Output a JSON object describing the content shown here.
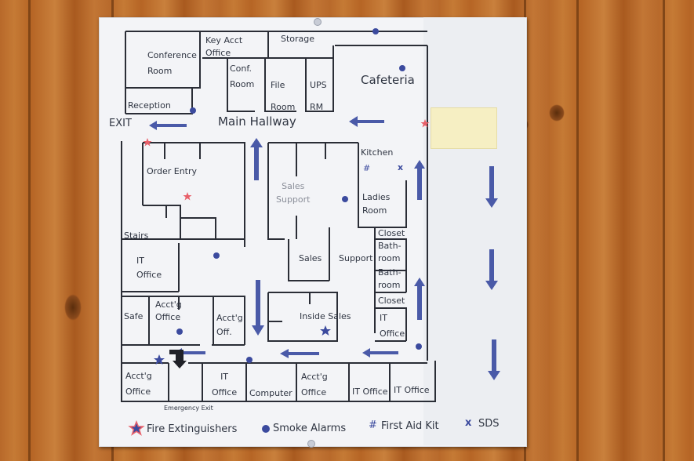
{
  "rooms": {
    "conference_room": "Conference\nRoom",
    "key_acct_office": "Key Acct\nOffice",
    "storage": "Storage",
    "conf_room": "Conf.\nRoom",
    "file_room": "File\nRoom",
    "ups_rm": "UPS\nRM",
    "cafeteria": "Cafeteria",
    "reception": "Reception",
    "exit": "EXIT",
    "main_hallway": "Main Hallway",
    "kitchen": "Kitchen",
    "order_entry": "Order Entry",
    "sales_support": "Sales\nSupport",
    "ladies_room": "Ladies\nRoom",
    "closet_1": "Closet",
    "bathroom_1": "Bath-\nroom",
    "bathroom_2": "Bath-\nroom",
    "closet_2": "Closet",
    "stairs": "Stairs",
    "it_office_left": "IT\nOffice",
    "sales": "Sales",
    "support": "Support",
    "safe": "Safe",
    "acctg_office_1": "Acct'g\nOffice",
    "acctg_off": "Acct'g\nOff.",
    "inside_sales": "Inside Sales",
    "it_office_right": "IT\nOffice",
    "acctg_office_2": "Acct'g\nOffice",
    "it_office_bottom": "IT\nOffice",
    "computer": "Computer",
    "acctg_office_3": "Acct'g\nOffice",
    "it_office_br1": "IT Office",
    "it_office_br2": "IT Office",
    "emergency_exit": "Emergency Exit",
    "first_aid_mark": "#",
    "sds_mark": "x"
  },
  "legend": {
    "fire_extinguishers": "Fire Extinguishers",
    "smoke_alarms": "Smoke Alarms",
    "first_aid_kit": "First Aid Kit",
    "sds": "SDS",
    "first_aid_symbol": "#",
    "sds_symbol": "x"
  },
  "colors": {
    "wall": "#2a2d36",
    "arrow": "#4a5aa8",
    "smoke_alarm": "#3b4a9e",
    "fire_extinguisher": "#e8606a",
    "text": "#2f3542"
  }
}
